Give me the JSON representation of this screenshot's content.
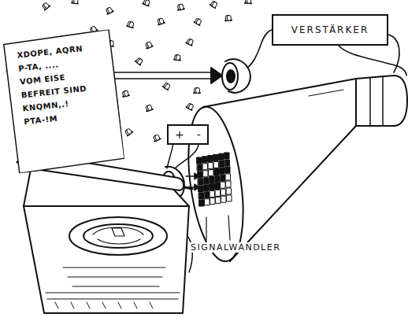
{
  "diagram": {
    "nodes": [
      {
        "text": [
          "VERSTÄRKER"
        ]
      },
      {
        "text": [
          "+",
          "-"
        ]
      },
      {
        "text": [
          "XDOPE, AQRN",
          "P-TA, ....",
          "VOM EISE",
          "BEFREIT SIND",
          "KNQMN,.!",
          "PTA-!M"
        ]
      }
    ],
    "labels": [
      "SIGNALWANDLER"
    ]
  }
}
